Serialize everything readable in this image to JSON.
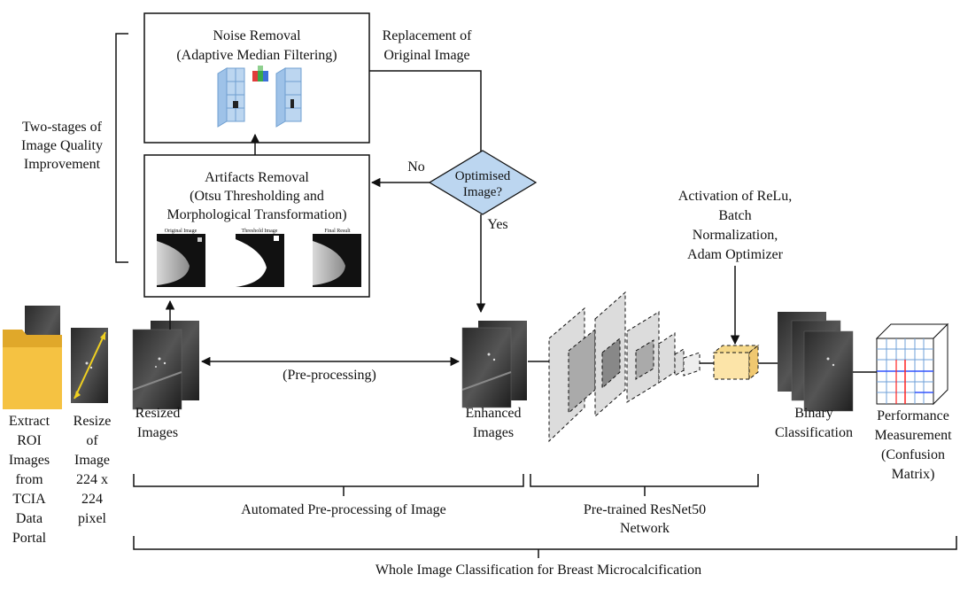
{
  "noise_box": {
    "title": "Noise Removal",
    "subtitle": "(Adaptive Median Filtering)"
  },
  "artifact_box": {
    "title": "Artifacts Removal",
    "line2": "(Otsu Thresholding and",
    "line3": "Morphological Transformation)",
    "panel1_title": "Original Image",
    "panel2_title": "Threshold Image",
    "panel3_title": "Final Result"
  },
  "replacement_label": [
    "Replacement of",
    "Original Image"
  ],
  "decision": [
    "Optimised",
    "Image?"
  ],
  "no_label": "No",
  "yes_label": "Yes",
  "two_stages_label": [
    "Two-stages of",
    "Image Quality",
    "Improvement"
  ],
  "activation_label": [
    "Activation of ReLu,",
    "Batch",
    "Normalization,",
    "Adam Optimizer"
  ],
  "preprocessing_arrow_label": "(Pre-processing)",
  "steps": {
    "extract": [
      "Extract",
      "ROI",
      "Images",
      "from",
      "TCIA",
      "Data",
      "Portal"
    ],
    "resize": [
      "Resize",
      "of",
      "Image",
      "224 x",
      "224",
      "pixel"
    ],
    "resized": [
      "Resized",
      "Images"
    ],
    "enhanced": [
      "Enhanced",
      "Images"
    ],
    "binary": [
      "Binary",
      "Classification"
    ],
    "performance": [
      "Performance",
      "Measurement",
      "(Confusion",
      "Matrix)"
    ]
  },
  "bracket_labels": {
    "auto_preprocessing": "Automated Pre-processing of Image",
    "resnet": [
      "Pre-trained ResNet50",
      "Network"
    ],
    "whole": "Whole Image Classification for Breast Microcalcification"
  },
  "colors": {
    "line": "#111111",
    "folder": "#f5c242",
    "folder_dark": "#e0a82a",
    "yellow_box": "#fce4a8",
    "diamond": "#bcd6f0",
    "cube_grid": "#6fa0d8",
    "confusion_blue": "#3355ff",
    "confusion_red": "#ff2020",
    "arrow_yellow": "#f0d020"
  }
}
